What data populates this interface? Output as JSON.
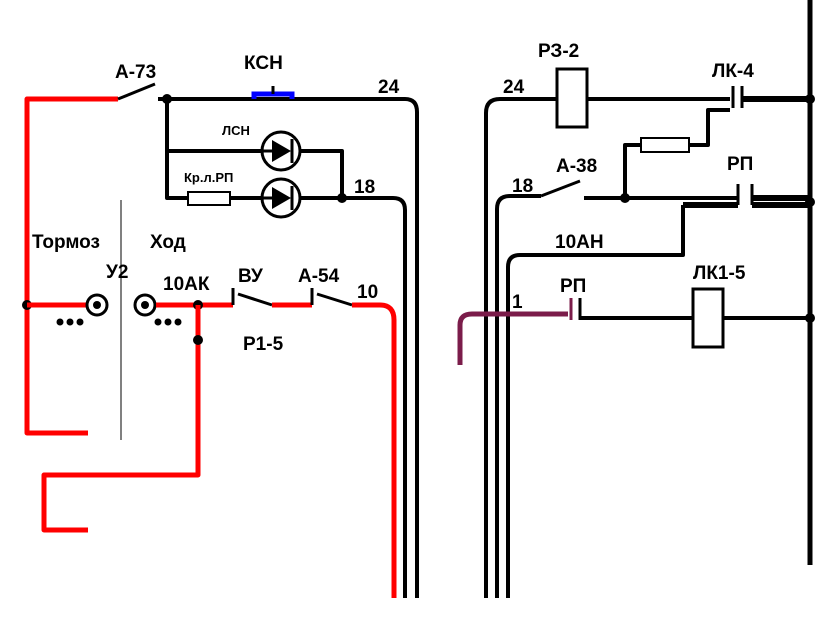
{
  "colors": {
    "active_wire": "#ff0000",
    "wire": "#000000",
    "button_cap": "#0000ff",
    "feed_wire": "#7b1c4a"
  },
  "labels": {
    "a73": "А-73",
    "ksn": "КСН",
    "wire_24_left": "24",
    "lsn": "ЛСН",
    "krl_rp": "Кр.л.РП",
    "wire_18_left": "18",
    "tormoz": "Тормоз",
    "khod": "Ход",
    "u2": "У2",
    "ak10": "10АК",
    "vu": "ВУ",
    "a54": "А-54",
    "wire_10": "10",
    "r15": "Р1-5",
    "rz2": "РЗ-2",
    "wire_24_right": "24",
    "lk4": "ЛК-4",
    "wire_18_right": "18",
    "a38": "А-38",
    "rp_upper": "РП",
    "an10": "10АН",
    "wire_1": "1",
    "rp_lower": "РП",
    "lk15": "ЛК1-5"
  }
}
